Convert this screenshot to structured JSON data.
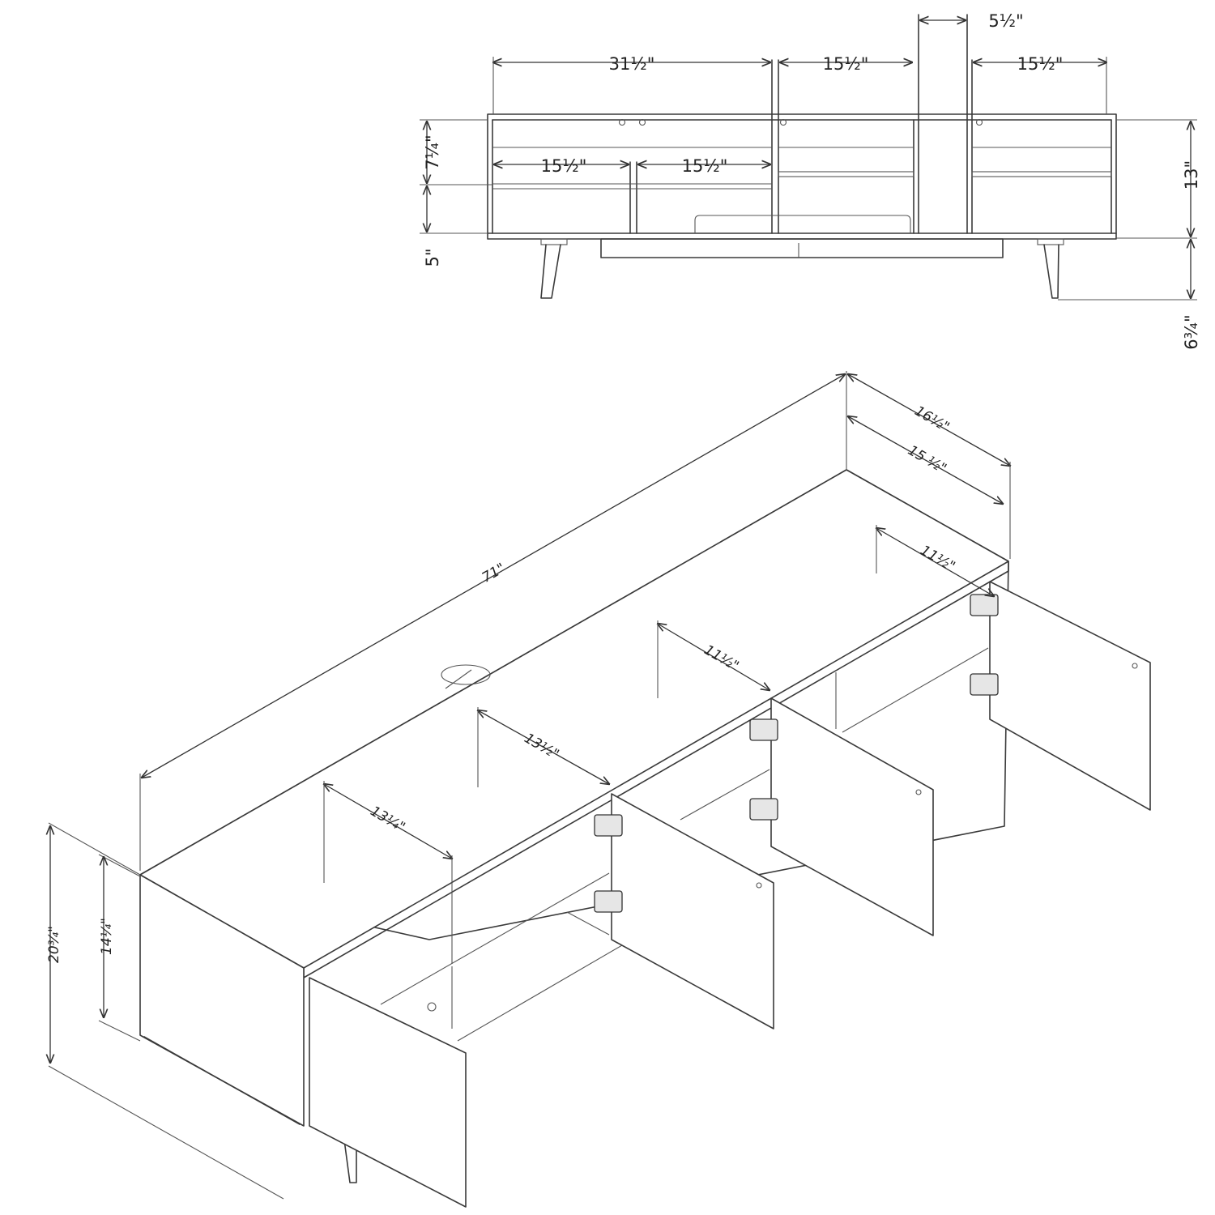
{
  "front_view": {
    "dims": {
      "top_left": "31½\"",
      "top_mid": "15½\"",
      "top_right": "15½\"",
      "divider": "5½\"",
      "shelf_left": "15½\"",
      "shelf_right": "15½\"",
      "upper_height": "7¼\"",
      "lower_height": "5\"",
      "body_height": "13\"",
      "leg_height": "6¾\""
    }
  },
  "iso_view": {
    "dims": {
      "length": "71\"",
      "depth_outer": "16½\"",
      "depth_inner": "15 ½\"",
      "door_c4": "11½\"",
      "door_c3": "11½\"",
      "door_c2": "13½\"",
      "door_c1": "13¼\"",
      "total_height": "20¾\"",
      "body_height": "14¼\""
    }
  },
  "colors": {
    "line": "#3a3a3a",
    "background": "#ffffff"
  }
}
